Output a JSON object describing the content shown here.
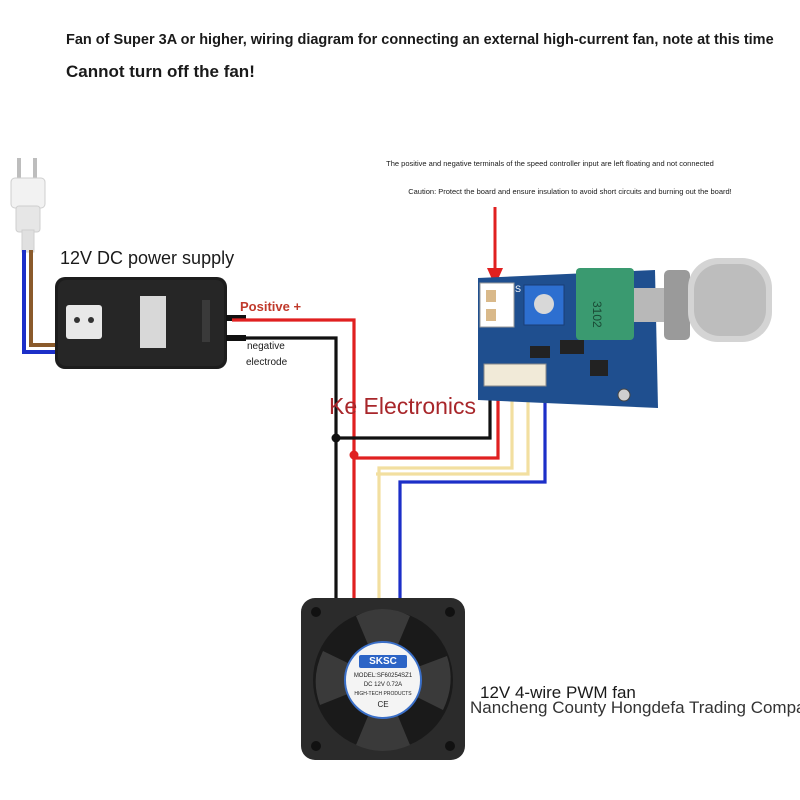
{
  "title": {
    "line1": "Fan of Super 3A or higher, wiring diagram for connecting an external high-current fan, note at this time",
    "line2": "Cannot turn off the fan!"
  },
  "controller_note": {
    "line1": "The positive and negative terminals of the speed controller input are left floating and not connected",
    "line2": "Caution: Protect the board and ensure insulation to avoid short circuits and burning out the board!"
  },
  "power_supply": {
    "label": "12V DC power supply",
    "positive_label": "Positive +",
    "negative_label_1": "negative",
    "negative_label_2": "electrode"
  },
  "watermark": "Ke Electronics",
  "fan": {
    "label": "12V 4-wire PWM fan",
    "brand": "SKSC",
    "model": "MODEL:SF60254SZ1",
    "rating": "DC 12V 0.72A",
    "maker": "HIGH-TECH PRODUCTS",
    "mark": "CE"
  },
  "board": {
    "pot_text": "3102",
    "terminal_text": "S"
  },
  "company": "Nancheng County Hongdefa Trading Company",
  "colors": {
    "wire_positive": "#e02020",
    "wire_negative": "#111111",
    "wire_signal_yellow": "#f2dfa0",
    "wire_pwm_blue": "#1c2fc8",
    "wire_brown": "#8a5a2b",
    "pcb": "#1f4f8f",
    "potentiometer": "#3a9a70",
    "arrow": "#e02020"
  },
  "icons": [
    "plug-icon",
    "power-supply-icon",
    "controller-board-icon",
    "knob-icon",
    "fan-icon",
    "arrow-icon"
  ]
}
